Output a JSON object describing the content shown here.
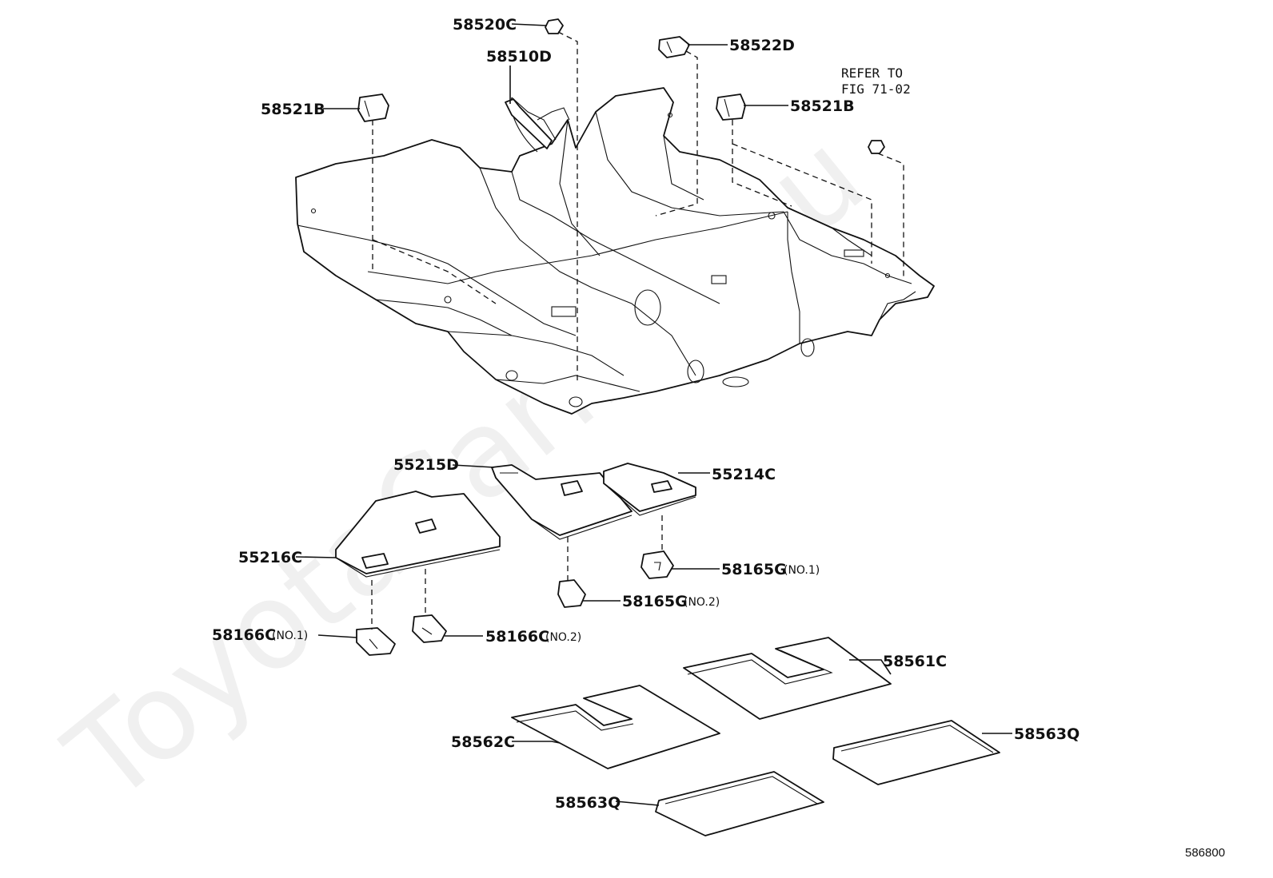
{
  "watermark": "ToyotaCarline.ru",
  "figure_code": "586800",
  "reference_note": {
    "line1": "REFER TO",
    "line2": "FIG 71-02"
  },
  "parts": {
    "p58520C": "58520C",
    "p58510D": "58510D",
    "p58522D": "58522D",
    "p58521B_left": "58521B",
    "p58521B_right": "58521B",
    "p55215D": "55215D",
    "p55214C": "55214C",
    "p55216C": "55216C",
    "p58165G_no1": "58165G",
    "p58165G_no2": "58165G",
    "p58166C_no1": "58166C",
    "p58166C_no2": "58166C",
    "p58561C": "58561C",
    "p58562C": "58562C",
    "p58563Q_right": "58563Q",
    "p58563Q_bottom": "58563Q"
  },
  "notes": {
    "no1": "(NO.1)",
    "no2": "(NO.2)"
  }
}
